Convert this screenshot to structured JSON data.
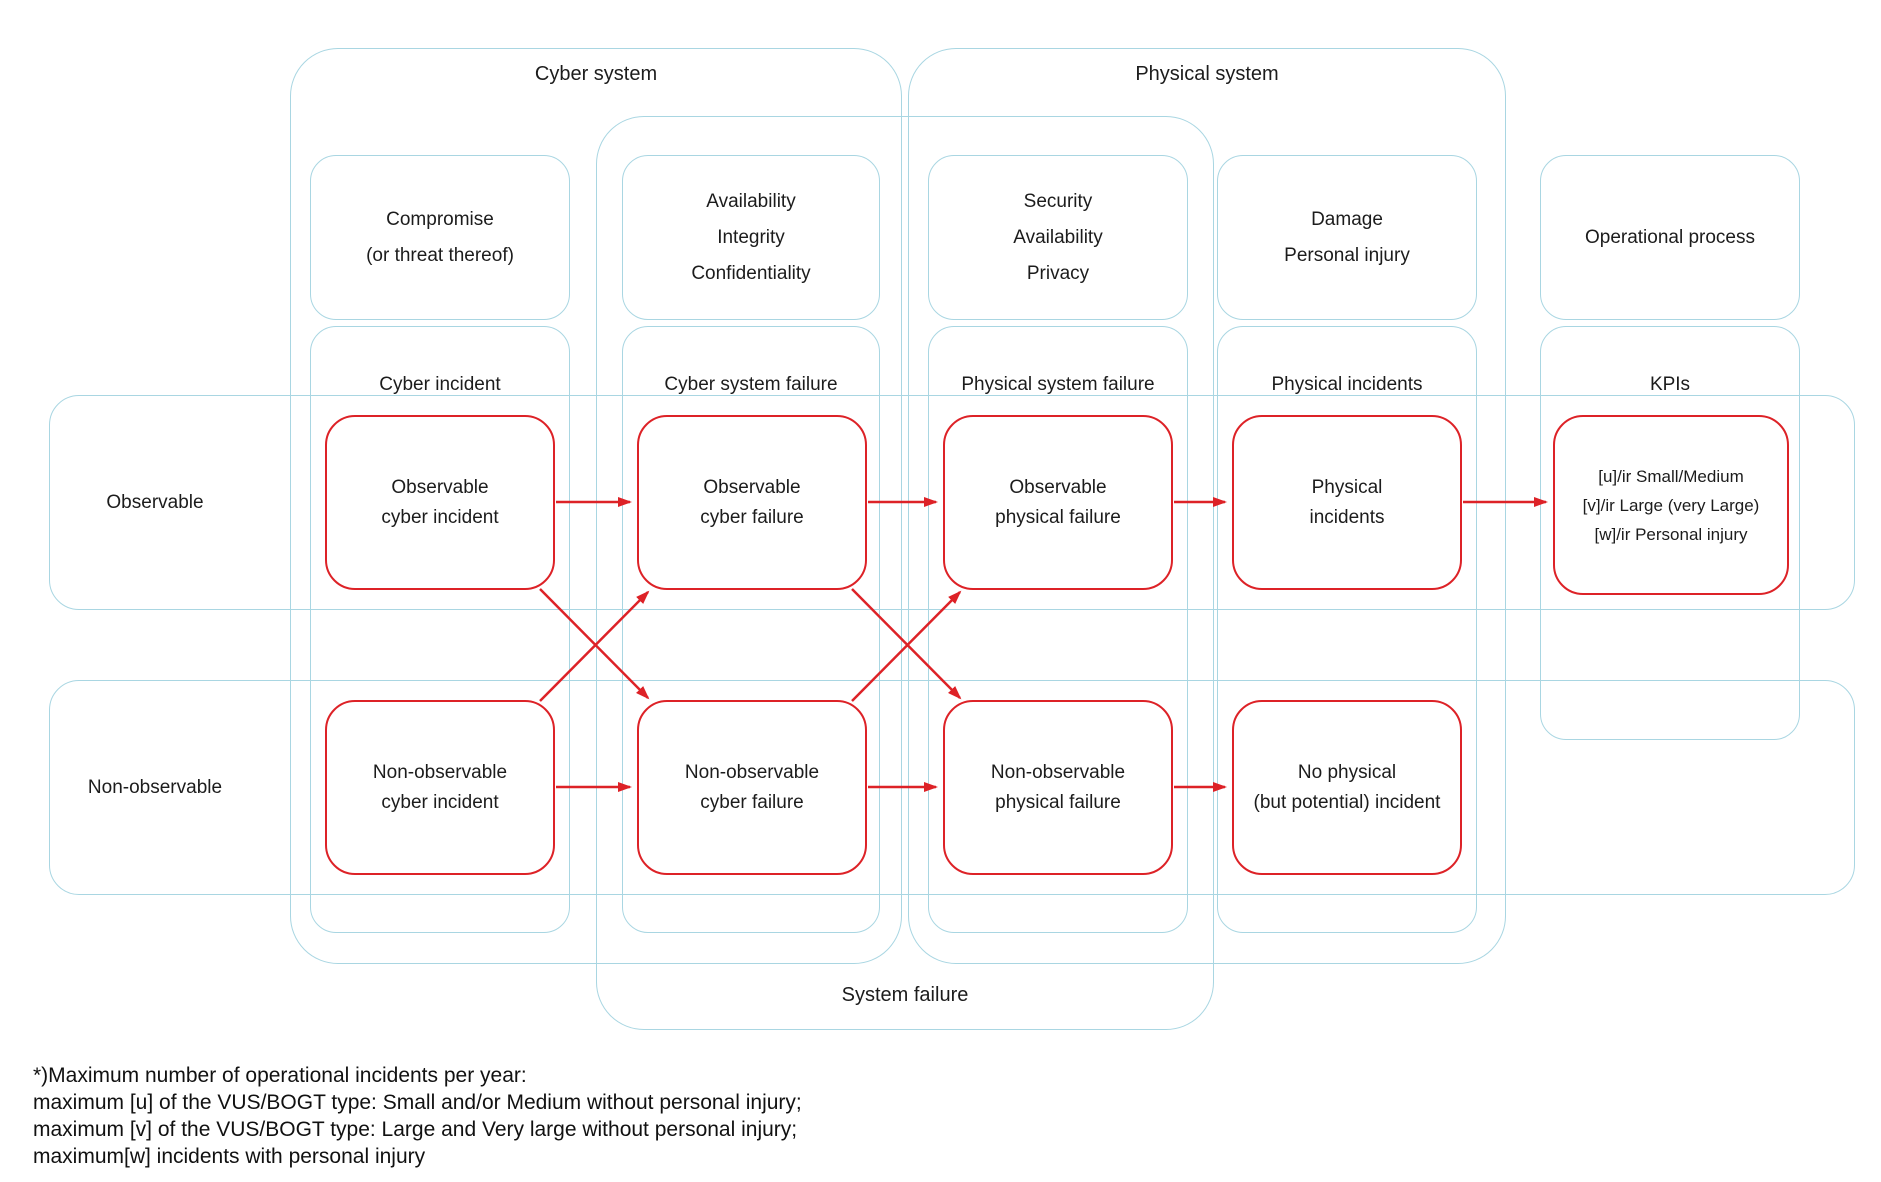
{
  "groups": {
    "cyber": "Cyber system",
    "physical": "Physical system",
    "system_failure": "System failure"
  },
  "row_labels": [
    "Observable",
    "Non-observable"
  ],
  "columns": [
    {
      "header_lines": [
        "Compromise",
        "(or threat thereof)"
      ],
      "sublabel": "Cyber incident"
    },
    {
      "header_lines": [
        "Availability",
        "Integrity",
        "Confidentiality"
      ],
      "sublabel": "Cyber system failure"
    },
    {
      "header_lines": [
        "Security",
        "Availability",
        "Privacy"
      ],
      "sublabel": "Physical system failure"
    },
    {
      "header_lines": [
        "Damage",
        "Personal injury"
      ],
      "sublabel": "Physical incidents"
    },
    {
      "header_lines": [
        "Operational process"
      ],
      "sublabel": "KPIs"
    }
  ],
  "nodes_row1": [
    {
      "lines": [
        "Observable",
        "cyber incident"
      ]
    },
    {
      "lines": [
        "Observable",
        "cyber failure"
      ]
    },
    {
      "lines": [
        "Observable",
        "physical failure"
      ]
    },
    {
      "lines": [
        "Physical",
        "incidents"
      ]
    },
    {
      "lines": [
        "[u]/ir Small/Medium",
        "[v]/ir Large (very Large)",
        "[w]/ir Personal injury"
      ]
    }
  ],
  "nodes_row2": [
    {
      "lines": [
        "Non-observable",
        "cyber incident"
      ]
    },
    {
      "lines": [
        "Non-observable",
        "cyber failure"
      ]
    },
    {
      "lines": [
        "Non-observable",
        "physical failure"
      ]
    },
    {
      "lines": [
        "No physical",
        "(but potential) incident"
      ]
    }
  ],
  "footnote_lines": [
    "*)Maximum number of operational incidents per year:",
    "maximum [u] of the VUS/BOGT type: Small and/or Medium without personal injury;",
    "maximum [v] of the VUS/BOGT type: Large and Very large without personal injury;",
    "maximum[w] incidents with personal injury"
  ],
  "colors": {
    "node_red": "#dd2227",
    "container_blue": "#a9d6e2"
  }
}
